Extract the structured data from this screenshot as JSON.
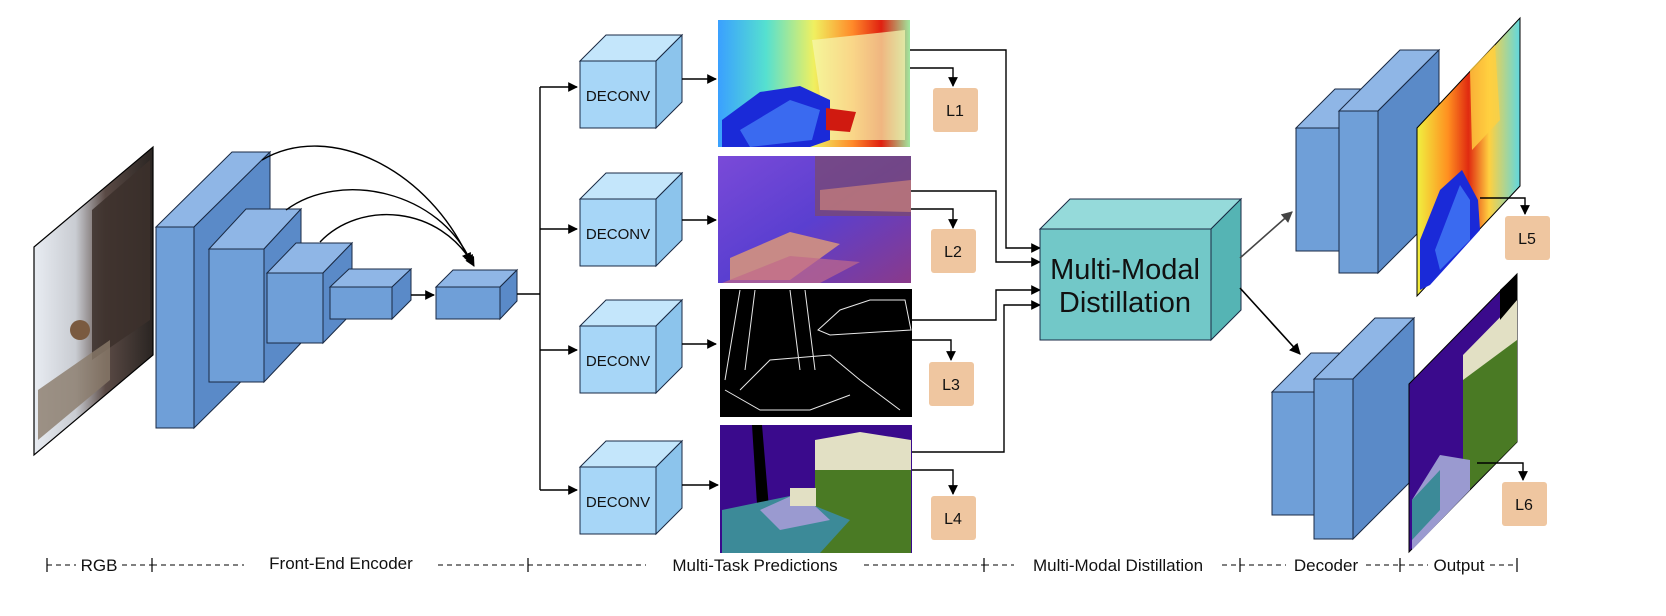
{
  "diagram": {
    "deconv_label": "DECONV",
    "fusion_label_line1": "Multi-Modal",
    "fusion_label_line2": "Distillation",
    "losses": [
      "L1",
      "L2",
      "L3",
      "L4",
      "L5",
      "L6"
    ],
    "stages": {
      "rgb": "RGB",
      "encoder": "Front-End Encoder",
      "predictions": "Multi-Task Predictions",
      "distillation": "Multi-Modal Distillation",
      "decoder": "Decoder",
      "output": "Output"
    }
  },
  "colors": {
    "encoder_block": "#6f9fd8",
    "deconv_block": "#a7d6f7",
    "fusion_block": "#72c8c8",
    "loss_box": "#efc6a0"
  }
}
